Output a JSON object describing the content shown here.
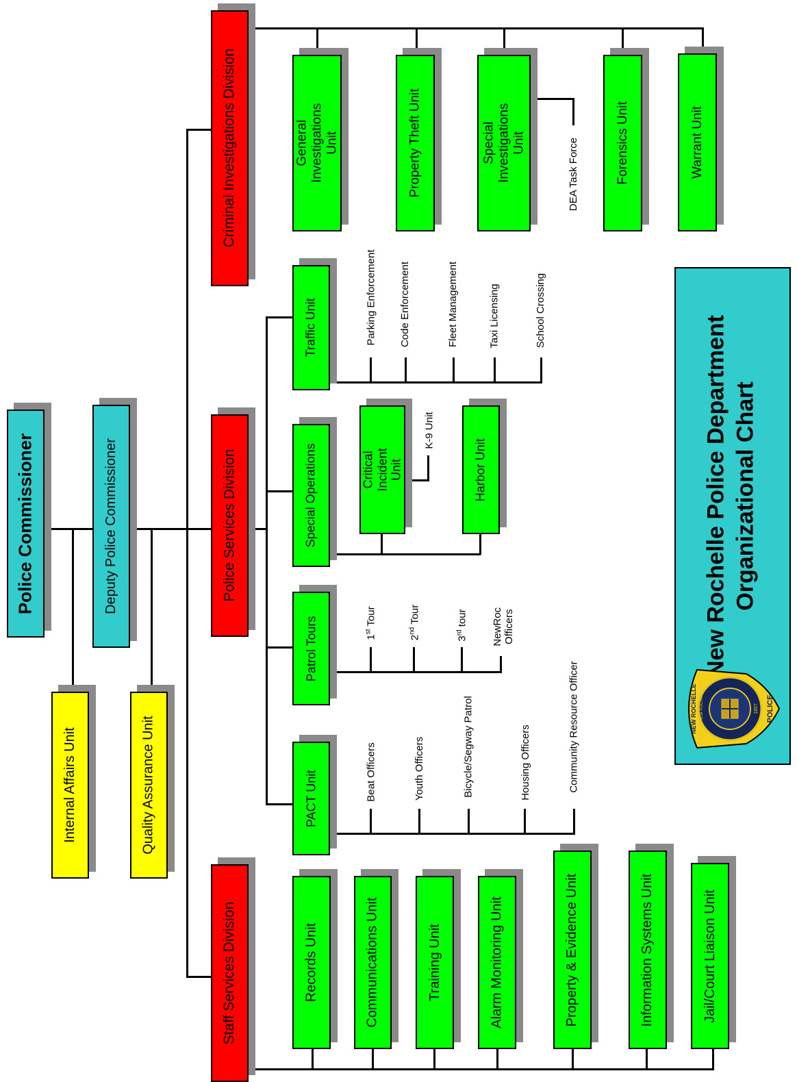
{
  "title": {
    "line1": "New Rochelle Police Department",
    "line2": "Organizational Chart"
  },
  "badge": {
    "top_text": "NEW ROCHELLE",
    "ring_text": "CITY OF NEW ROCHELLE, N.Y.",
    "year": "1857",
    "bottom_text": "POLICE",
    "colors": {
      "shield": "#f3d11a",
      "inner": "#14255a",
      "ring": "#e8c31a"
    }
  },
  "command": {
    "commissioner": "Police Commissioner",
    "deputy": "Deputy Police Commissioner",
    "internal_affairs": "Internal Affairs Unit",
    "quality_assurance": "Quality Assurance Unit"
  },
  "divisions": {
    "criminal_investigations": "Criminal Investigations Division",
    "police_services": "Police Services Division",
    "staff_services": "Staff Services Division"
  },
  "criminal_investigations_units": {
    "general": "General Investigations Unit",
    "property_theft": "Property Theft Unit",
    "special_investigations": "Special Investigations Unit",
    "dea": "DEA Task Force",
    "forensics": "Forensics Unit",
    "warrant": "Warrant Unit"
  },
  "police_services_units": {
    "traffic": {
      "label": "Traffic Unit",
      "subs": [
        "Parking Enforcement",
        "Code Enforcement",
        "Fleet Management",
        "Taxi Licensing",
        "School Crossing"
      ]
    },
    "special_operations": {
      "label": "Special Operations",
      "critical_incident": "Critical Incident Unit",
      "k9": "K-9 Unit",
      "harbor": "Harbor Unit"
    },
    "patrol": {
      "label": "Patrol Tours",
      "tours": [
        {
          "num": "1",
          "sup": "st",
          "word": " Tour"
        },
        {
          "num": "2",
          "sup": "nd",
          "word": " Tour"
        },
        {
          "num": "3",
          "sup": "rd",
          "word": " tour"
        }
      ],
      "newroc_line1": "NewRoc",
      "newroc_line2": "Officers"
    },
    "pact": {
      "label": "PACT Unit",
      "subs": [
        "Beat Officers",
        "Youth Officers",
        "Bicycle/Segway Patrol",
        "Housing Officers",
        "Community Resource Officer"
      ]
    }
  },
  "staff_services_units": [
    "Records Unit",
    "Communications Unit",
    "Training Unit",
    "Alarm Monitoring Unit",
    "Property & Evidence Unit",
    "Information Systems Unit",
    "Jail/Court Liaison Unit"
  ],
  "colors": {
    "executive": "#33cccc",
    "division": "#ff0000",
    "unit": "#00ff00",
    "staff_office": "#ffff00",
    "shadow": "#8a8a8a"
  }
}
